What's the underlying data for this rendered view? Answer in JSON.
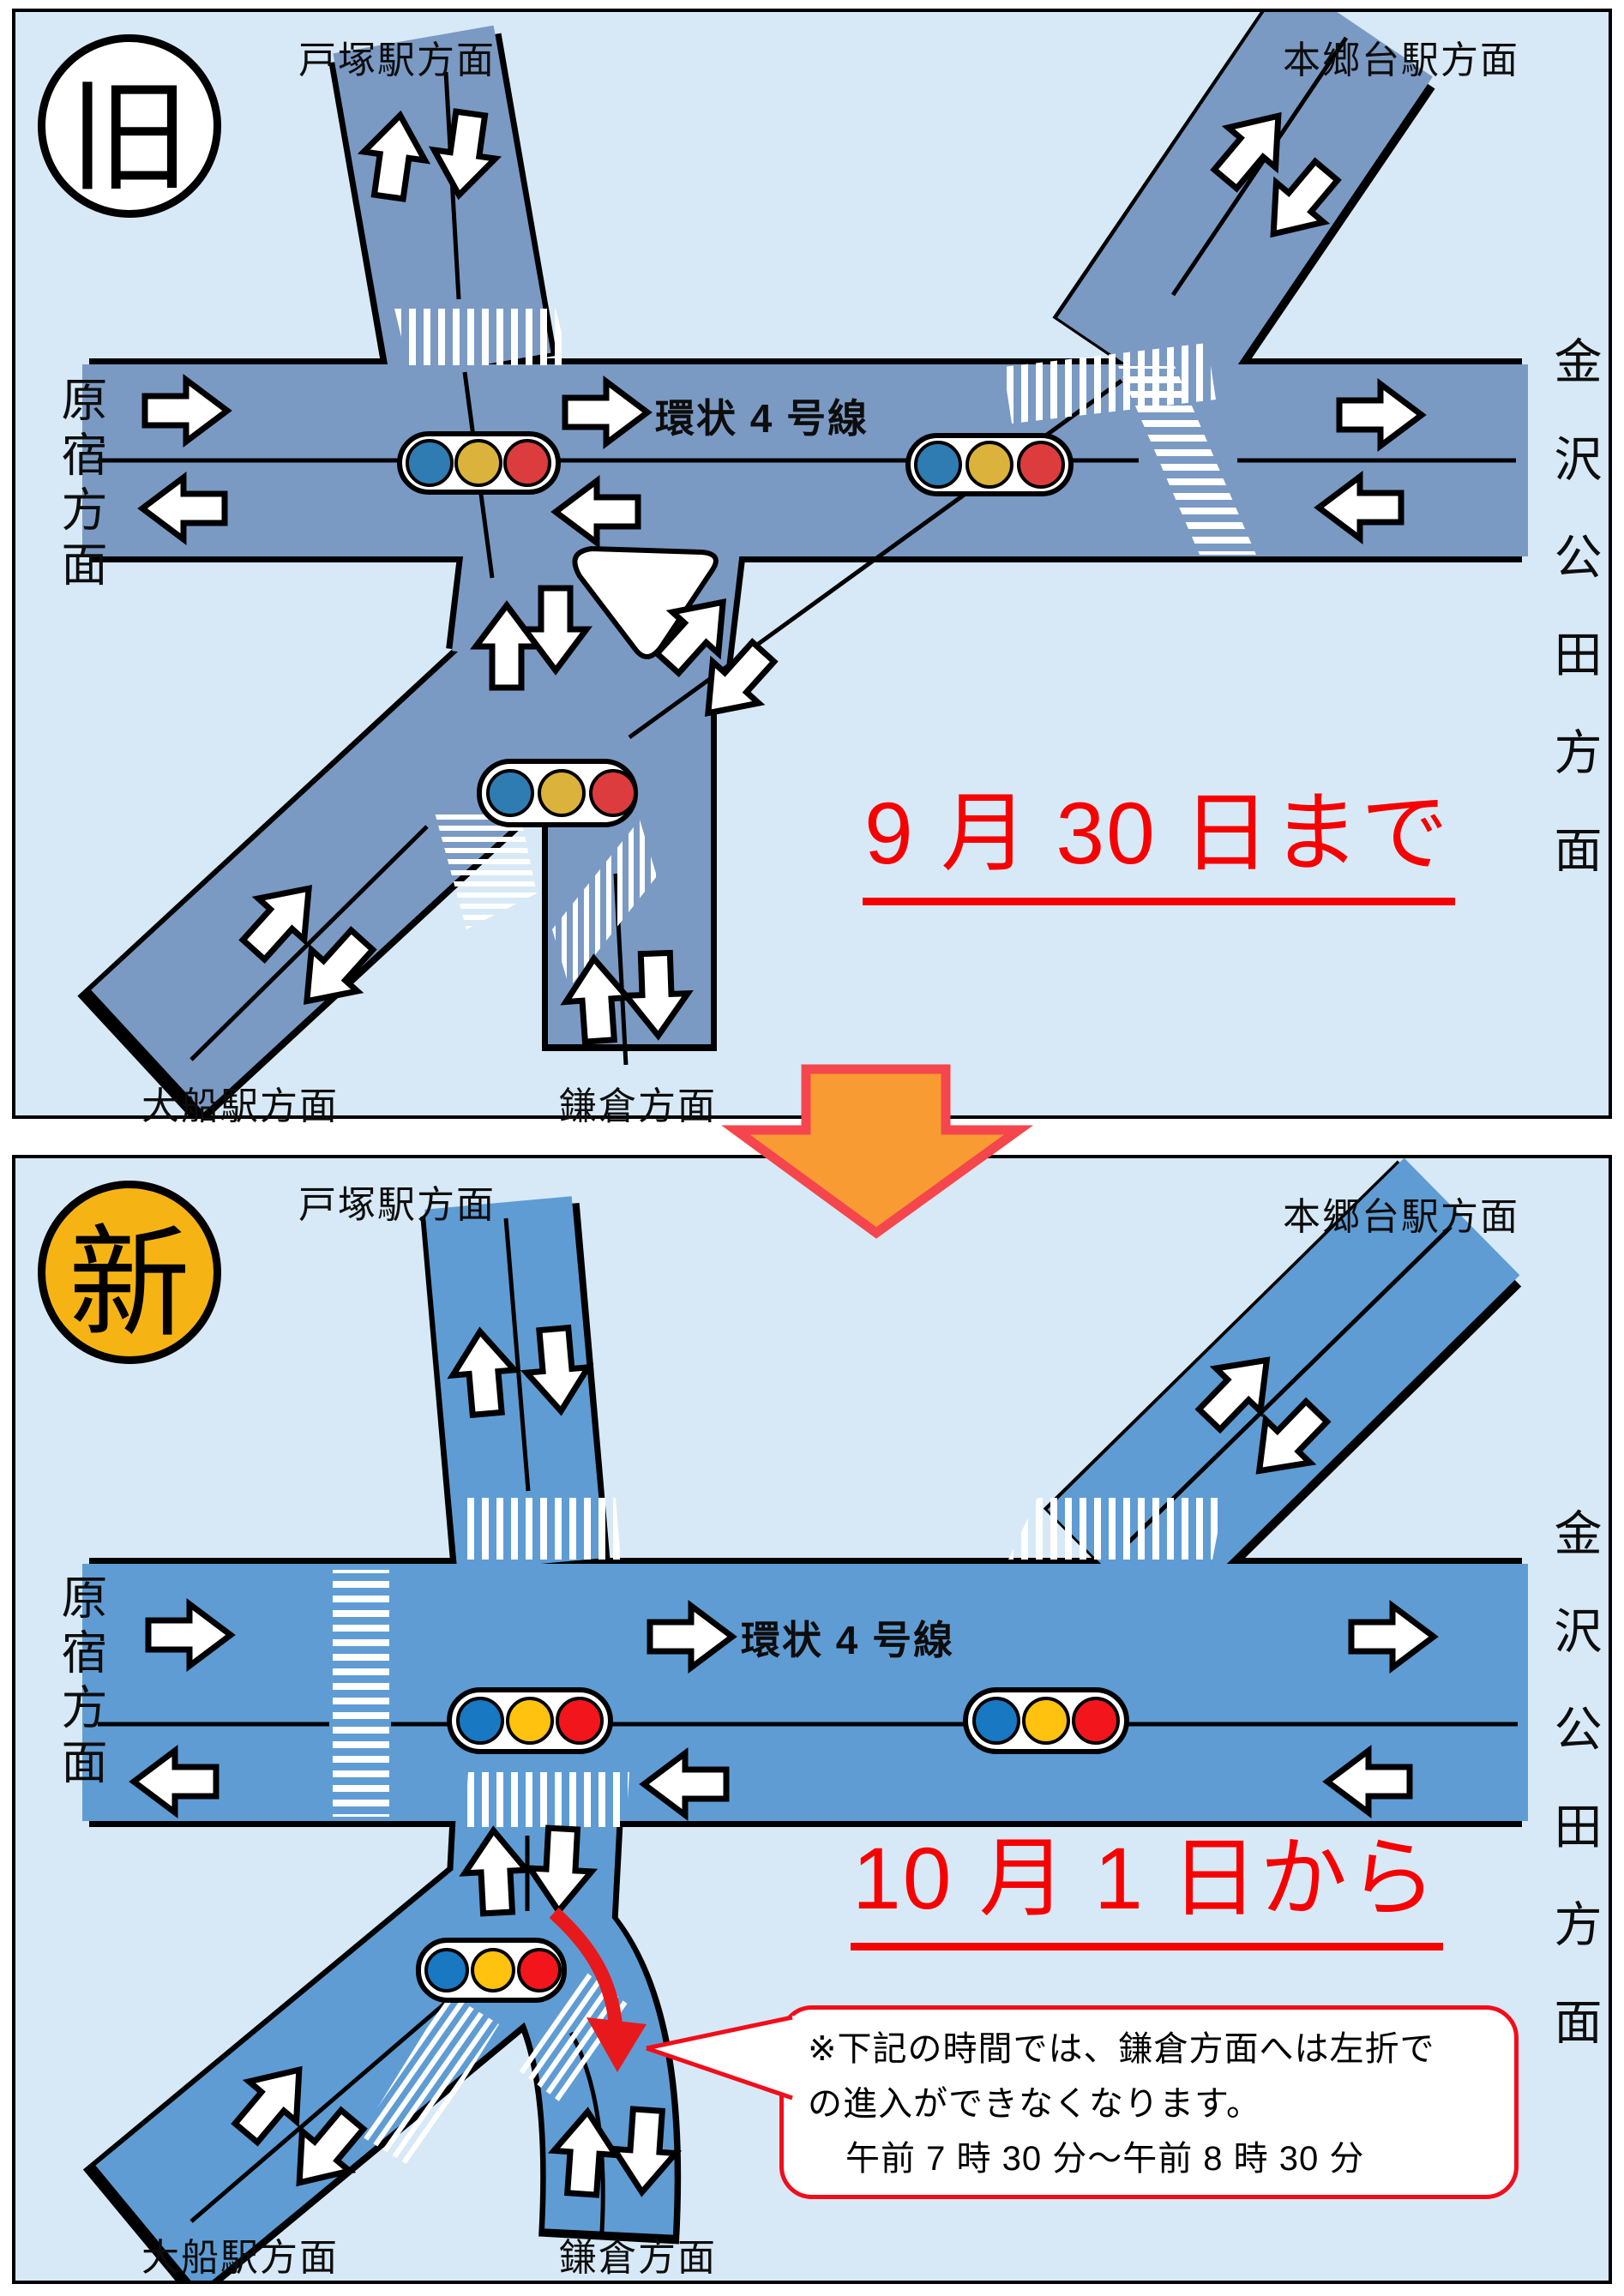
{
  "panels": {
    "old": {
      "badge": "旧",
      "period": "9 月 30 日まで",
      "road_name": "環状 4 号線",
      "labels": {
        "totsuka": "戸塚駅方面",
        "hongodai": "本郷台駅方面",
        "harajuku": "原宿方面",
        "kanazawa_kuden": "金沢公田方面",
        "ofuna": "大船駅方面",
        "kamakura": "鎌倉方面"
      }
    },
    "new": {
      "badge": "新",
      "period": "10 月 1 日から",
      "road_name": "環状 4 号線",
      "labels": {
        "totsuka": "戸塚駅方面",
        "hongodai": "本郷台駅方面",
        "harajuku": "原宿方面",
        "kanazawa_kuden": "金沢公田方面",
        "ofuna": "大船駅方面",
        "kamakura": "鎌倉方面"
      },
      "callout": {
        "line1": "※下記の時間では、鎌倉方面へは左折で",
        "line2": "の進入ができなくなります。",
        "line3": "午前 7 時 30 分～午前 8 時 30 分"
      }
    }
  },
  "colors": {
    "page_bg": "#ffffff",
    "panel_bg": "#D7E9F6",
    "road_old": "#7A9AC4",
    "road_new": "#5F9CD4",
    "date_red": "#F70000",
    "restriction_arrow_red": "#E8191C",
    "callout_border_red": "#F20D1B",
    "transition_arrow_fill": "#F89B33",
    "transition_arrow_border": "#F4464C",
    "badge_new_fill": "#F6B414",
    "signal_blue_old": "#2F7CB3",
    "signal_yellow_old": "#DBB23B",
    "signal_red_old": "#DD3C3E",
    "signal_blue_new": "#1878C2",
    "signal_yellow_new": "#FFC20E",
    "signal_red_new": "#F3151C"
  }
}
